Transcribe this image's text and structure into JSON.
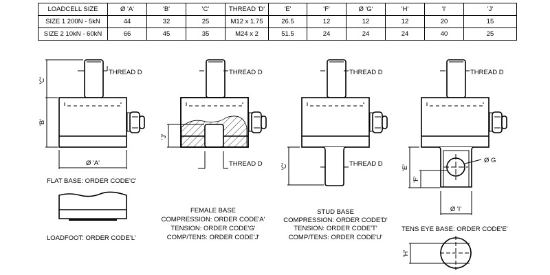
{
  "table": {
    "headers": [
      "LOADCELL SIZE",
      "Ø 'A'",
      "'B'",
      "'C'",
      "THREAD 'D'",
      "'E'",
      "'F'",
      "Ø 'G'",
      "'H'",
      "'I'",
      "'J'"
    ],
    "rows": [
      [
        "SIZE 1 200N - 5kN",
        "44",
        "32",
        "25",
        "M12 x 1.75",
        "26.5",
        "12",
        "12",
        "12",
        "20",
        "15"
      ],
      [
        "SIZE 2 10kN - 60kN",
        "66",
        "45",
        "35",
        "M24 x 2",
        "51.5",
        "24",
        "24",
        "24",
        "40",
        "25"
      ]
    ]
  },
  "labels": {
    "thread_d": "THREAD D",
    "dim_a": "Ø 'A'",
    "dim_b": "'B'",
    "dim_c": "'C'",
    "dim_e": "'E'",
    "dim_f": "'F'",
    "dim_g": "Ø G",
    "dim_h": "'H'",
    "dim_i": "Ø 'I'",
    "dim_j": "'J'"
  },
  "captions": {
    "flat_base": "FLAT BASE: ORDER CODE'C'",
    "loadfoot": "LOADFOOT: ORDER CODE'L'",
    "female": [
      "FEMALE BASE",
      "COMPRESSION: ORDER CODE'A'",
      "TENSION: ORDER CODE'G'",
      "COMP/TENS: ORDER CODE'J'"
    ],
    "stud": [
      "STUD BASE",
      "COMPRESSION: ORDER CODE'D'",
      "TENSION: ORDER CODE'T'",
      "COMP/TENS: ORDER CODE'U'"
    ],
    "tens_eye": "TENS EYE BASE: ORDER CODE'E'"
  }
}
